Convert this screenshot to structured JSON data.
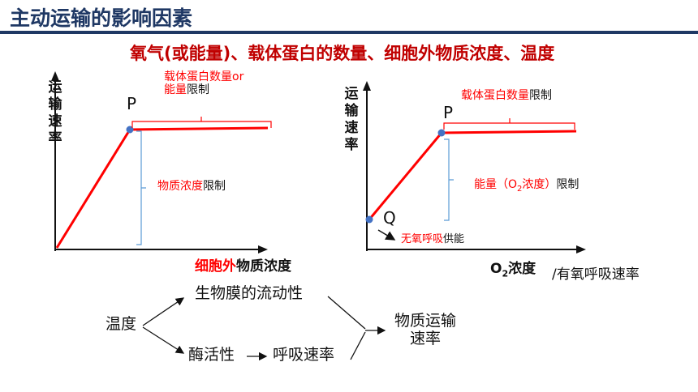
{
  "header": {
    "title_part1": "主动运输的",
    "title_part2": "影响因素",
    "subtitle": "氧气(或能量)、载体蛋白的数量、细胞外物质浓度、温度"
  },
  "chart_left": {
    "ylabel": [
      "运",
      "输",
      "速",
      "率"
    ],
    "point_label": "P",
    "top_note_line1": "载体蛋白数量or",
    "top_note_line2_red": "能量",
    "top_note_line2_black": "限制",
    "side_note_red": "物质浓度",
    "side_note_black": "限制",
    "xlabel_red": "细胞外",
    "xlabel_black": "物质浓度"
  },
  "chart_right": {
    "ylabel": [
      "运",
      "输",
      "速",
      "率"
    ],
    "point_p_label": "P",
    "point_q_label": "Q",
    "top_note_red": "载体蛋白数量",
    "top_note_black": "限制",
    "side_note_red_a": "能量（O",
    "side_note_sub": "2",
    "side_note_red_b": "浓度）",
    "side_note_black": "限制",
    "q_note_red": "无氧呼吸",
    "q_note_black": "供能",
    "xlabel_o": "O",
    "xlabel_sub": "2",
    "xlabel_a": "浓度",
    "xlabel_b": "/有氧呼吸速率"
  },
  "flow": {
    "temperature": "温度",
    "membrane": "生物膜的流动性",
    "enzyme": "酶活性",
    "respiration": "呼吸速率",
    "result_line1": "物质运输",
    "result_line2": "速率"
  },
  "colors": {
    "title": "#1f3864",
    "accent_red": "#ff0000",
    "curve": "#ff0000",
    "brace": "#5b9bd5",
    "point": "#4472c4"
  }
}
